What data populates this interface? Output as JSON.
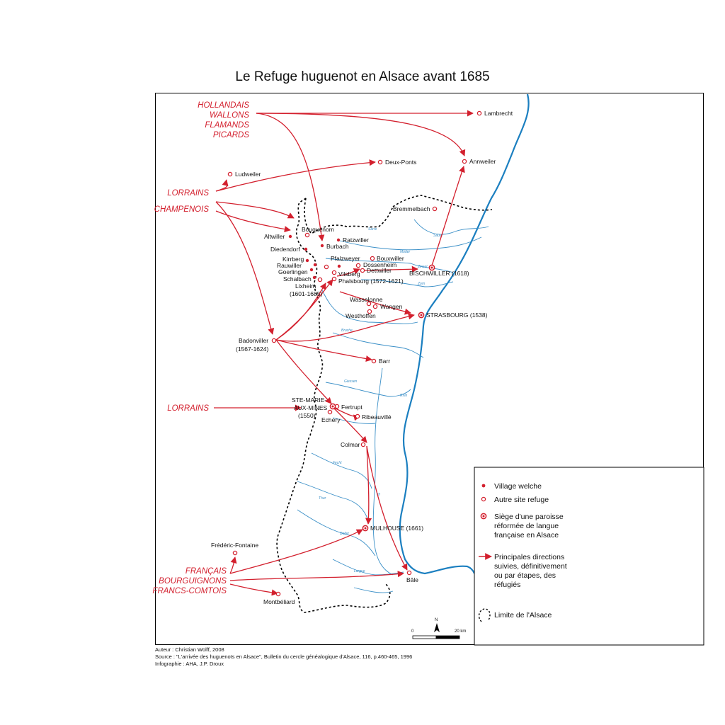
{
  "title": "Le Refuge huguenot en Alsace avant 1685",
  "colors": {
    "route": "#d3202e",
    "river": "#3a8fc7",
    "rhine": "#1b7fc0",
    "border": "#000000"
  },
  "origin_groups": {
    "north": [
      "HOLLANDAIS",
      "WALLONS",
      "FLAMANDS",
      "PICARDS"
    ],
    "lorrains_top": "LORRAINS",
    "champenois": "CHAMPENOIS",
    "lorrains_mid": "LORRAINS",
    "south": [
      "FRANÇAIS",
      "BOURGUIGNONS",
      "FRANCS-COMTOIS"
    ]
  },
  "places": {
    "lambrecht": "Lambrecht",
    "annweiler": "Annweiler",
    "ludweiler": "Ludweiler",
    "deuxponts": "Deux-Ponts",
    "bremmelbach": "Bremmelbach",
    "bouquenom": "Bouquenom",
    "altwiller": "Altwiller",
    "ratzwiller": "Ratzwiller",
    "burbach": "Burbach",
    "diedendorf": "Diedendorf",
    "kirrberg": "Kirrberg",
    "pfalzweyer": "Pfalzweyer",
    "bouxwiller": "Bouxwiller",
    "rauwiller": "Rauwiller",
    "dossenheim": "Dossenheim",
    "goerlingen": "Goerlingen",
    "dettwiller": "Dettwiller",
    "vilsberg": "Vilsberg",
    "schalbach": "Schalbach",
    "phalsbourg": "Phalsbourg (1572-1621)",
    "lixheim_1": "Lixheim",
    "lixheim_2": "(1601-1685)",
    "bischwiller": "BISCHWILLER (1618)",
    "wasselonne": "Wasselonne",
    "wangen": "Wangen",
    "westhoffen": "Westhoffen",
    "strasbourg": "STRASBOURG (1538)",
    "badonviller_1": "Badonviller",
    "badonviller_2": "(1567-1624)",
    "barr": "Barr",
    "stemarie_1": "STE-MARIE-",
    "stemarie_2": "AUX-MINES",
    "stemarie_3": "(1550)",
    "fertrupt": "Fertrupt",
    "echery": "Echery",
    "ribeauville": "Ribeauvillé",
    "colmar": "Colmar",
    "mulhouse": "MULHOUSE (1661)",
    "fredericfontaine": "Frédéric-Fontaine",
    "bale": "Bâle",
    "montbeliard": "Montbéliard"
  },
  "rivers": {
    "rhin": "Rhin",
    "sarre": "Sarre",
    "moder": "Moder",
    "zorn": "Zorn",
    "bruche": "Bruche",
    "giessen": "Giessen",
    "fecht": "Fecht",
    "thur": "Thur",
    "doller": "Doller",
    "largue": "Largue",
    "ill": "Ill",
    "zinsel": "Zinsel",
    "sauer": "Sauer"
  },
  "legend": {
    "village_welche": "Village welche",
    "autre_site": "Autre site refuge",
    "siege_1": "Siège d'une paroisse",
    "siege_2": "réformée de langue",
    "siege_3": "française en Alsace",
    "routes_1": "Principales directions",
    "routes_2": "suivies, définitivement",
    "routes_3": "ou par étapes, des",
    "routes_4": "réfugiés",
    "limite": "Limite de l'Alsace"
  },
  "scale": {
    "start": "0",
    "end": "20 km",
    "north": "N"
  },
  "credits": {
    "author": "Auteur : Christian Wolff, 2008",
    "source": "Source : \"L'arrivée des huguenots en Alsace\", Bulletin du cercle généalogique d'Alsace, 116, p.460-465, 1996",
    "infographie": "Infographie : AHA, J.P. Droux"
  }
}
